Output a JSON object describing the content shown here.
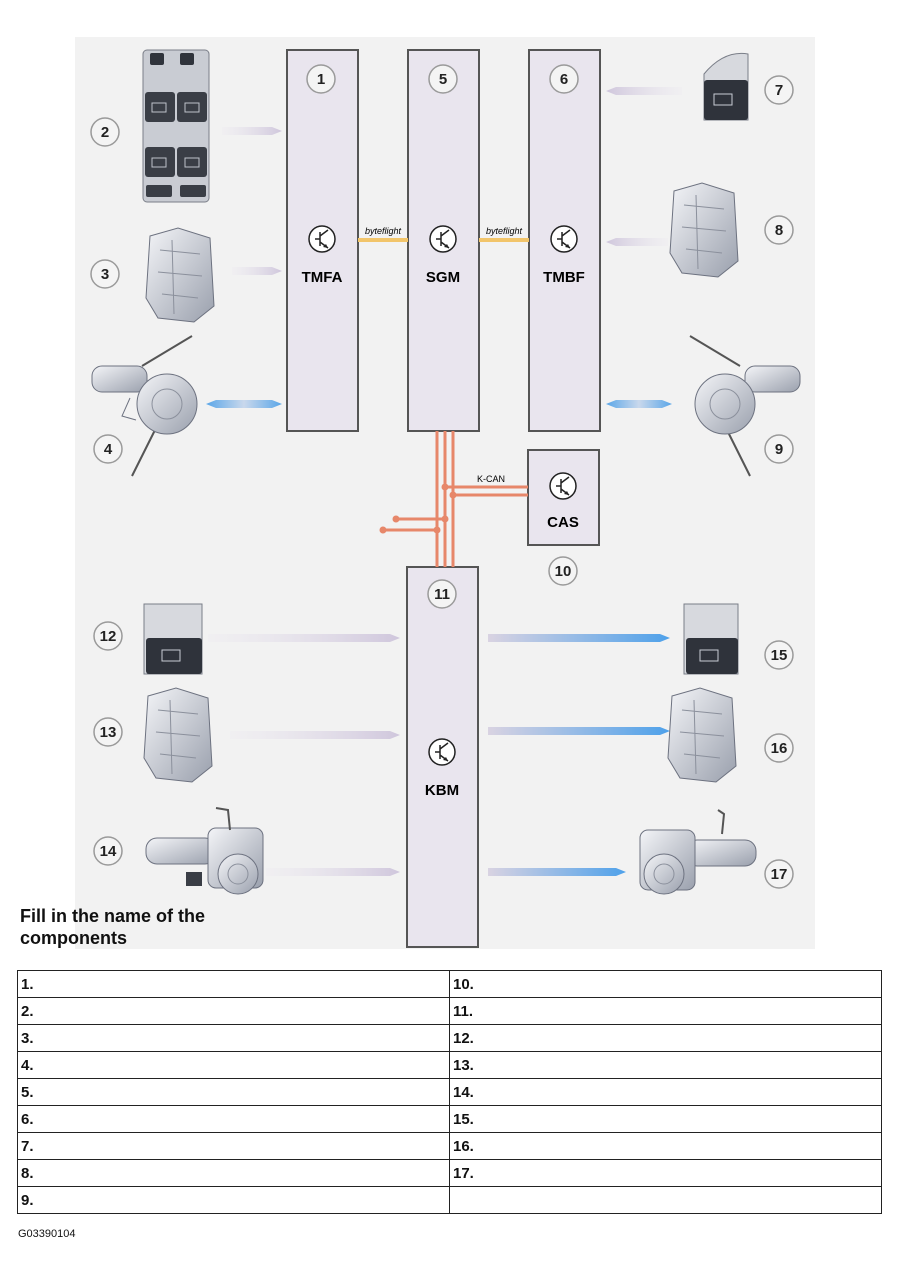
{
  "modules": {
    "tmfa": {
      "number": "1",
      "label": "TMFA"
    },
    "sgm": {
      "number": "5",
      "label": "SGM"
    },
    "tmbf": {
      "number": "6",
      "label": "TMBF"
    },
    "cas": {
      "number": "10",
      "label": "CAS"
    },
    "kbm": {
      "number": "11",
      "label": "KBM"
    }
  },
  "bus_labels": {
    "byteflight_left": "byteflight",
    "byteflight_right": "byteflight",
    "kcan": "K-CAN"
  },
  "callouts": {
    "n2": "2",
    "n3": "3",
    "n4": "4",
    "n7": "7",
    "n8": "8",
    "n9": "9",
    "n12": "12",
    "n13": "13",
    "n14": "14",
    "n15": "15",
    "n16": "16",
    "n17": "17"
  },
  "colors": {
    "module_fill": "#e9e5ee",
    "module_border": "#555555",
    "byteflight": "#f2c56a",
    "kcan": "#e7876a",
    "signal_in": "#d6cfe0",
    "signal_out": "#5aa6e8",
    "diagram_bg": "#f2f2f2"
  },
  "prompt": "Fill in the name of the components",
  "answer_rows": [
    {
      "left": "1.",
      "right": "10."
    },
    {
      "left": "2.",
      "right": "11."
    },
    {
      "left": "3.",
      "right": "12."
    },
    {
      "left": "4.",
      "right": "13."
    },
    {
      "left": "5.",
      "right": "14."
    },
    {
      "left": "6.",
      "right": "15."
    },
    {
      "left": "7.",
      "right": "16."
    },
    {
      "left": "8.",
      "right": "17."
    },
    {
      "left": "9.",
      "right": ""
    }
  ],
  "figure_id": "G03390104"
}
